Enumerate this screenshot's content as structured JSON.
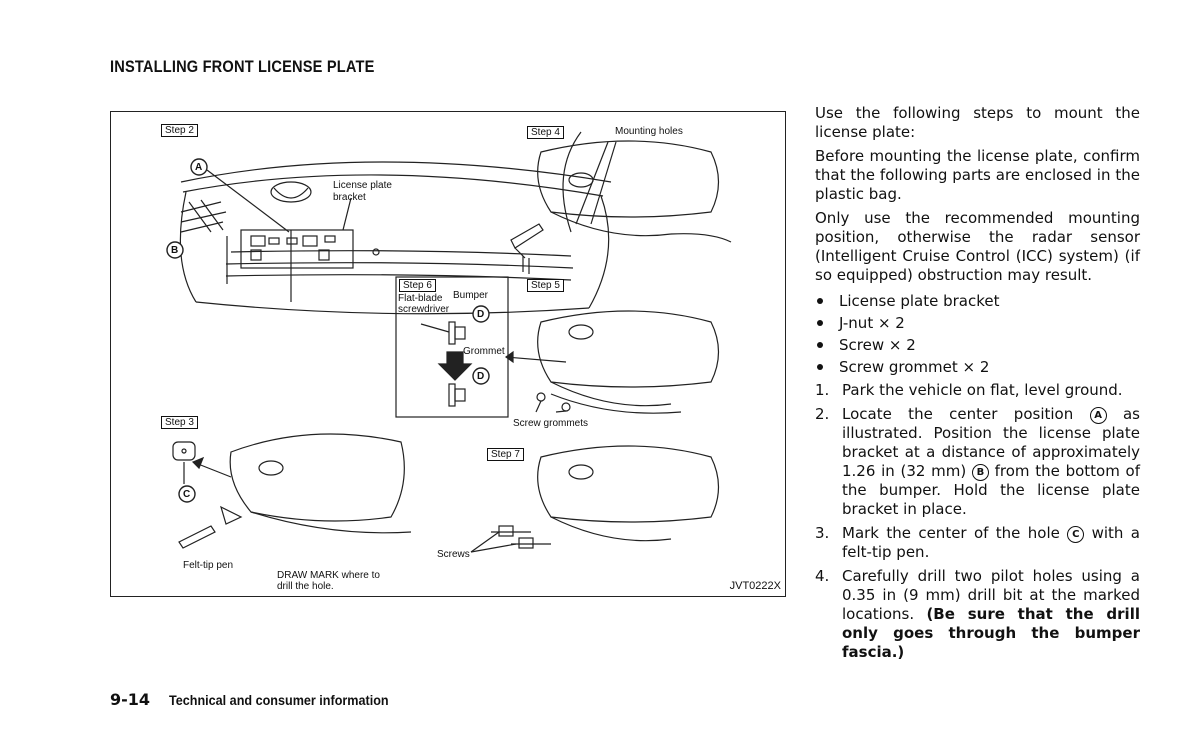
{
  "heading": "INSTALLING FRONT LICENSE PLATE",
  "figure": {
    "steps": {
      "step2": "Step 2",
      "step3": "Step 3",
      "step4": "Step 4",
      "step5": "Step 5",
      "step6": "Step 6",
      "step7": "Step 7"
    },
    "labels": {
      "license_plate_bracket_1": "License plate",
      "license_plate_bracket_2": "bracket",
      "mounting_holes": "Mounting holes",
      "flat_blade_1": "Flat-blade",
      "flat_blade_2": "screwdriver",
      "bumper": "Bumper",
      "grommet": "Grommet",
      "screw_grommets": "Screw grommets",
      "felt_tip_pen": "Felt-tip pen",
      "draw_mark_1": "DRAW MARK where to",
      "draw_mark_2": "drill the hole.",
      "screws": "Screws"
    },
    "callouts": {
      "a": "A",
      "b": "B",
      "c": "C",
      "d": "D"
    },
    "code": "JVT0222X"
  },
  "text": {
    "intro": "Use the following steps to mount the license plate:",
    "confirm": "Before mounting the license plate, confirm that the following parts are enclosed in the plastic bag.",
    "warning": "Only use the recommended mounting position, otherwise the radar sensor (Intelligent Cruise Control (ICC) system) (if so equipped) obstruction may result.",
    "parts": [
      "License plate bracket",
      "J-nut × 2",
      "Screw × 2",
      "Screw grommet × 2"
    ],
    "steps": [
      {
        "num": "1.",
        "text": "Park the vehicle on flat, level ground."
      },
      {
        "num": "2.",
        "a": "Locate the center position",
        "b": "as illustrated. Position the license plate bracket at a distance of approximately 1.26 in (32 mm)",
        "c": "from the bottom of the bumper. Hold the license plate bracket in place."
      },
      {
        "num": "3.",
        "a": "Mark the center of the hole",
        "b": "with a felt-tip pen."
      },
      {
        "num": "4.",
        "a": "Carefully drill two pilot holes using a 0.35 in (9 mm) drill bit at the marked locations.",
        "bold": "(Be sure that the drill only goes through the bumper fascia.)"
      }
    ]
  },
  "footer": {
    "page": "9-14",
    "section": "Technical and consumer information"
  }
}
